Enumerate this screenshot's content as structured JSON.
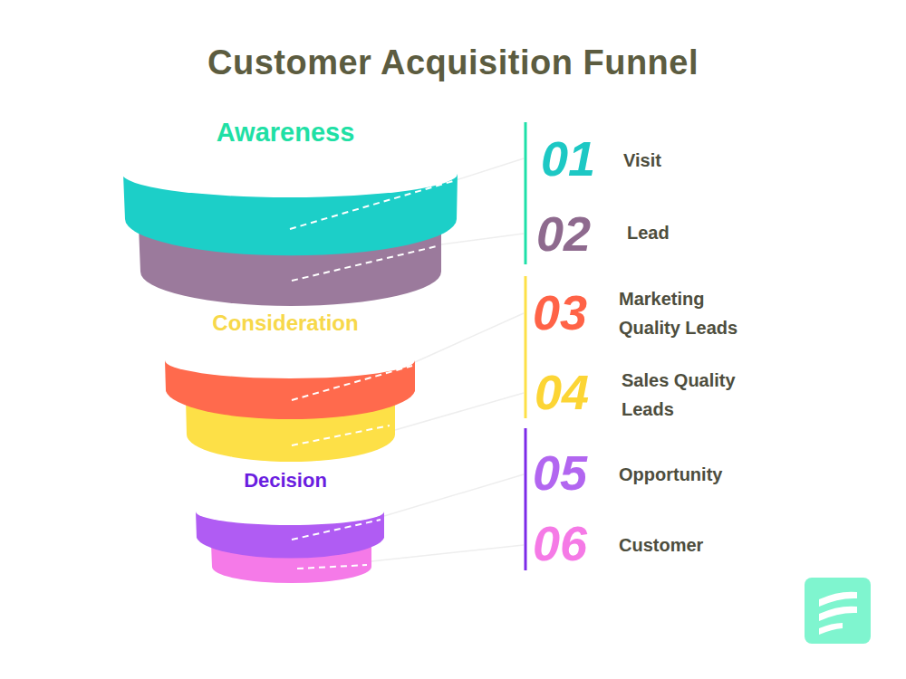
{
  "diagram": {
    "title": "Customer Acquisition Funnel",
    "labels": [
      "Awareness",
      "01",
      "Visit",
      "02",
      "Lead",
      "Consideration",
      "03",
      "Marketing Quality Leads",
      "04",
      "Sales Quality Leads",
      "Decision",
      "05",
      "Opportunity",
      "06",
      "Customer"
    ]
  }
}
